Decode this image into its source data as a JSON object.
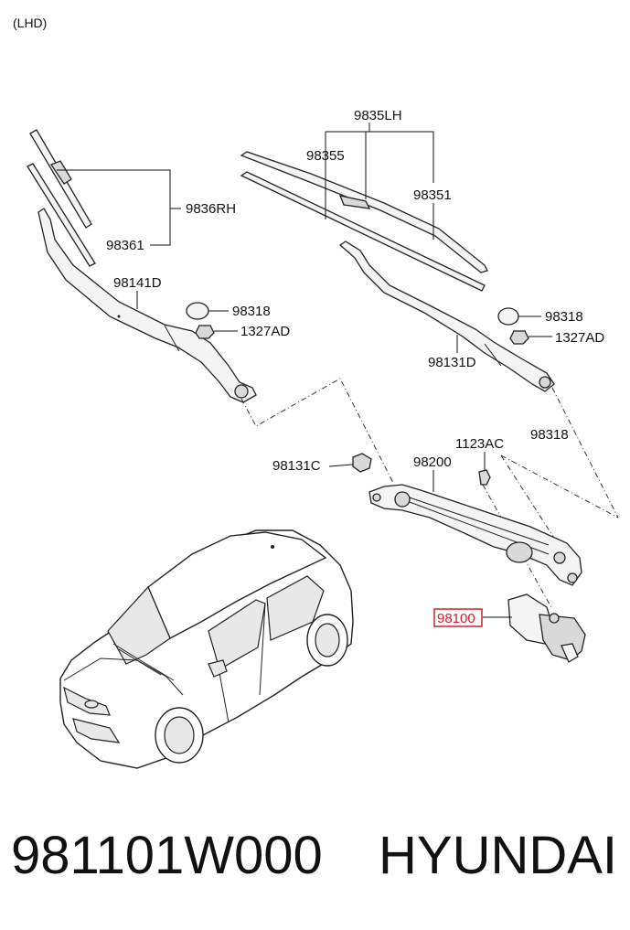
{
  "diagram": {
    "variant_label": "(LHD)",
    "labels": {
      "lh_assembly": "9835LH",
      "lh_blade": "98355",
      "lh_refill": "98351",
      "rh_assembly": "9836RH",
      "rh_refill": "98361",
      "rh_arm": "98141D",
      "cap_left": "98318",
      "nut_left": "1327AD",
      "cap_right": "98318",
      "nut_right": "1327AD",
      "lh_arm": "98131D",
      "cap_far": "98318",
      "bolt": "1123AC",
      "linkage": "98200",
      "pivot_cap": "98131C",
      "motor": "98100"
    },
    "highlight_color": "#d0202a"
  },
  "footer": {
    "part_number": "981101W000",
    "brand": "HYUNDAI"
  }
}
